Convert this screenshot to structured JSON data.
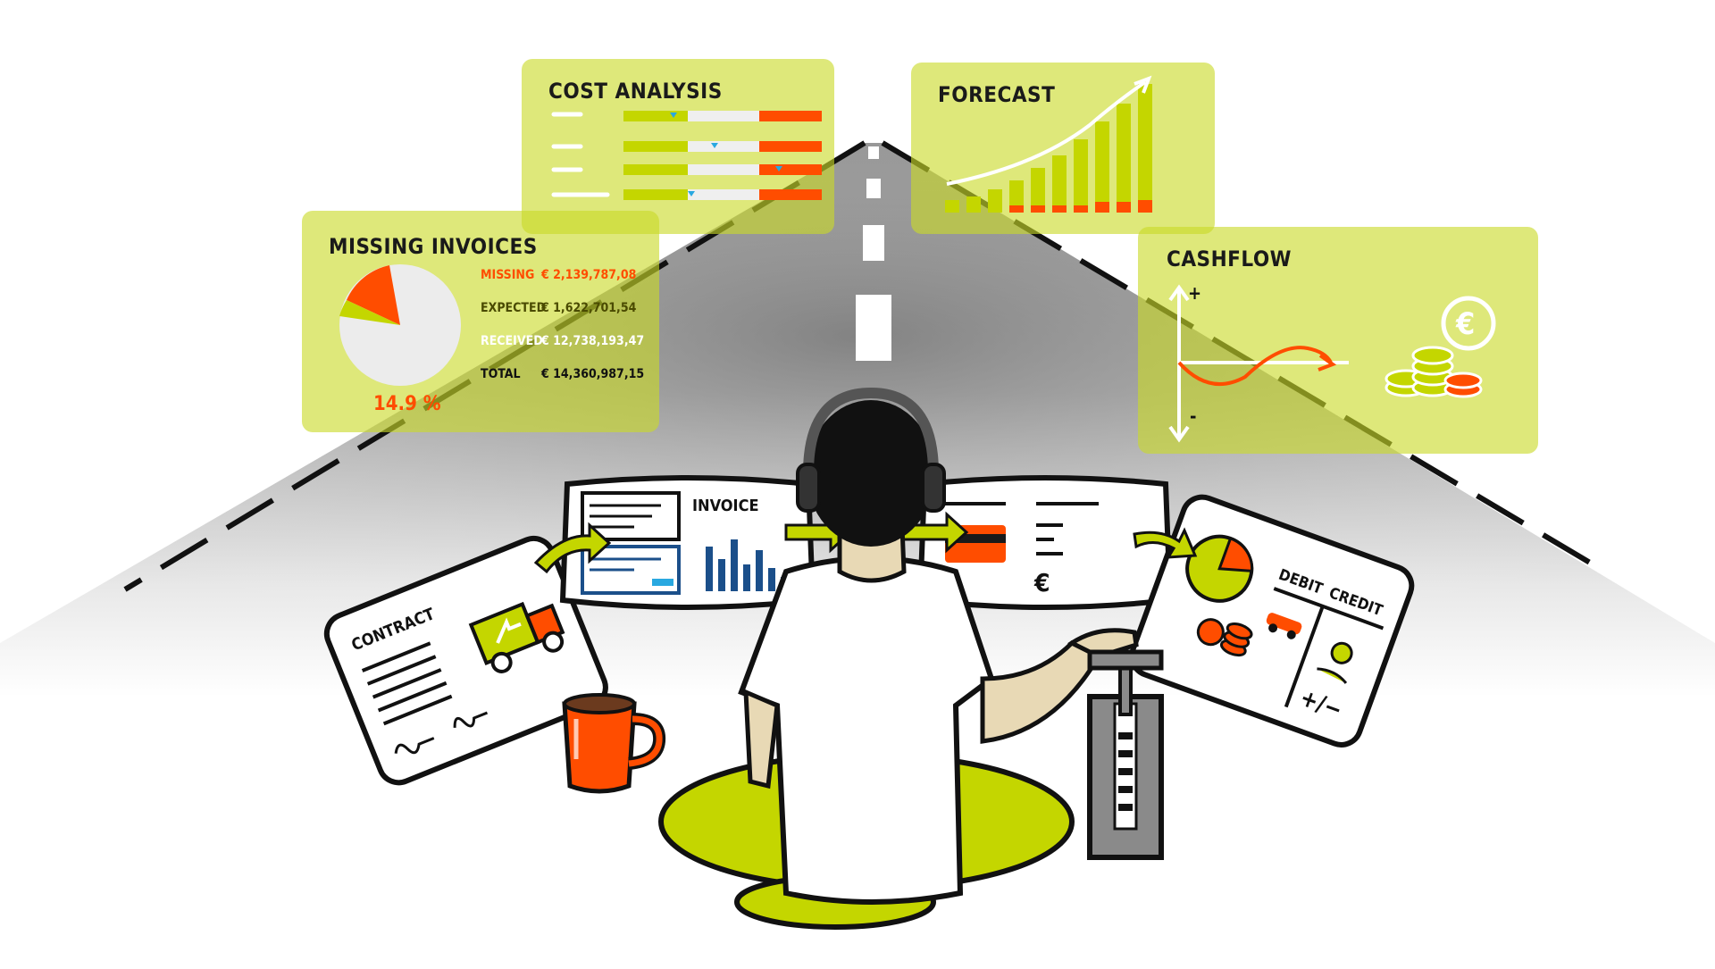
{
  "colors": {
    "lime": "#c4d600",
    "orange": "#ff4d00",
    "panel": "#cada28",
    "dark": "#1a1a1a",
    "blue": "#1b4f8a",
    "cyan": "#29a8e0",
    "road": "#808080"
  },
  "panels": {
    "cost_analysis": {
      "title": "COST ANALYSIS"
    },
    "forecast": {
      "title": "FORECAST"
    },
    "missing_invoices": {
      "title": "MISSING INVOICES",
      "rows": [
        {
          "label": "MISSING",
          "value": "€ 2,139,787,08"
        },
        {
          "label": "EXPECTED",
          "value": "€ 1,622,701,54"
        },
        {
          "label": "RECEIVED",
          "value": "€ 12,738,193,47"
        },
        {
          "label": "TOTAL",
          "value": "€ 14,360,987,15"
        }
      ],
      "percent": "14.9 %"
    },
    "cashflow": {
      "title": "CASHFLOW",
      "plus": "+",
      "minus": "-"
    }
  },
  "desk_screens": {
    "contract": "CONTRACT",
    "invoice": "INVOICE",
    "payment": "€",
    "debit": "DEBIT",
    "credit": "CREDIT",
    "plus_minus": "+/−"
  },
  "icons": [
    "truck-icon",
    "credit-card-icon",
    "euro-icon",
    "coin-stack-icon",
    "car-icon",
    "headphones-icon",
    "coffee-mug-icon",
    "joystick-icon"
  ]
}
